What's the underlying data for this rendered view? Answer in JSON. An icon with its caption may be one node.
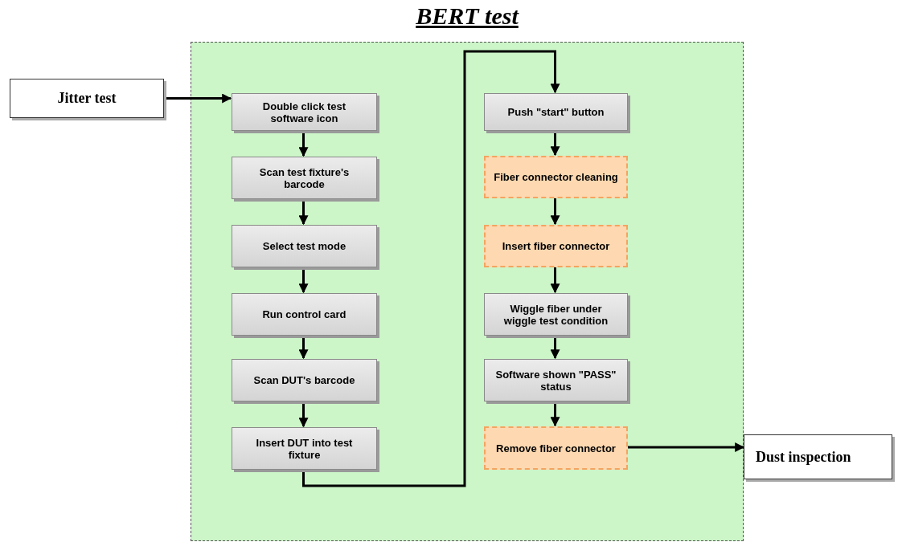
{
  "diagram": {
    "nodes": [
      {
        "text": [
          "BERT test"
        ]
      },
      {
        "text": [
          "Jitter test"
        ]
      },
      {
        "text": [
          "Double click test software icon"
        ],
        "in": 0
      },
      {
        "text": [
          "Scan test fixture's barcode"
        ],
        "in": 0
      },
      {
        "text": [
          "Select test mode"
        ],
        "in": 0
      },
      {
        "text": [
          "Run control card"
        ],
        "in": 0
      },
      {
        "text": [
          "Scan DUT's barcode"
        ],
        "in": 0
      },
      {
        "text": [
          "Insert DUT into test fixture"
        ],
        "in": 0
      },
      {
        "text": [
          "Push \"start\" button"
        ],
        "in": 0
      },
      {
        "text": [
          "Fiber connector cleaning"
        ],
        "in": 0
      },
      {
        "text": [
          "Insert fiber connector"
        ],
        "in": 0
      },
      {
        "text": [
          "Wiggle fiber under wiggle test condition"
        ],
        "in": 0
      },
      {
        "text": [
          "Software shown \"PASS\" status"
        ],
        "in": 0
      },
      {
        "text": [
          "Remove fiber connector"
        ],
        "in": 0
      },
      {
        "text": [
          "Dust inspection"
        ]
      }
    ],
    "edges": [
      {
        "from": 1,
        "to": 2,
        "arrow": "to"
      },
      {
        "from": 2,
        "to": 3,
        "arrow": "to"
      },
      {
        "from": 3,
        "to": 4,
        "arrow": "to"
      },
      {
        "from": 4,
        "to": 5,
        "arrow": "to"
      },
      {
        "from": 5,
        "to": 6,
        "arrow": "to"
      },
      {
        "from": 6,
        "to": 7,
        "arrow": "to"
      },
      {
        "from": 7,
        "to": 8,
        "arrow": "to"
      },
      {
        "from": 8,
        "to": 9,
        "arrow": "to"
      },
      {
        "from": 9,
        "to": 10,
        "arrow": "to"
      },
      {
        "from": 10,
        "to": 11,
        "arrow": "to"
      },
      {
        "from": 11,
        "to": 12,
        "arrow": "to"
      },
      {
        "from": 12,
        "to": 13,
        "arrow": "to"
      },
      {
        "from": 13,
        "to": 14,
        "arrow": "to"
      }
    ]
  }
}
